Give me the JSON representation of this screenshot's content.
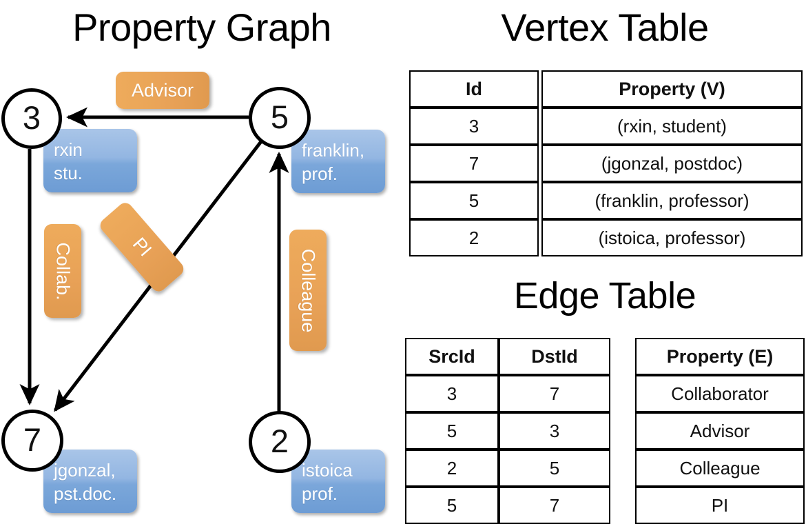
{
  "titles": {
    "property_graph": "Property Graph",
    "vertex_table": "Vertex Table",
    "edge_table": "Edge Table"
  },
  "graph": {
    "nodes": [
      {
        "id": "3",
        "label": "3",
        "property_line1": "rxin",
        "property_line2": "stu."
      },
      {
        "id": "5",
        "label": "5",
        "property_line1": "franklin,",
        "property_line2": "prof."
      },
      {
        "id": "7",
        "label": "7",
        "property_line1": "jgonzal,",
        "property_line2": "pst.doc."
      },
      {
        "id": "2",
        "label": "2",
        "property_line1": "istoica",
        "property_line2": "prof."
      }
    ],
    "edge_labels": [
      {
        "name": "advisor",
        "text": "Advisor"
      },
      {
        "name": "collab",
        "text": "Collab."
      },
      {
        "name": "pi",
        "text": "PI"
      },
      {
        "name": "colleague",
        "text": "Colleague"
      }
    ],
    "edges": [
      {
        "src": "5",
        "dst": "3",
        "label": "Advisor"
      },
      {
        "src": "3",
        "dst": "7",
        "label": "Collab."
      },
      {
        "src": "5",
        "dst": "7",
        "label": "PI"
      },
      {
        "src": "2",
        "dst": "5",
        "label": "Colleague"
      }
    ]
  },
  "vertex_table": {
    "headers": [
      "Id",
      "Property (V)"
    ],
    "rows": [
      {
        "id": "3",
        "property": "(rxin, student)"
      },
      {
        "id": "7",
        "property": "(jgonzal, postdoc)"
      },
      {
        "id": "5",
        "property": "(franklin, professor)"
      },
      {
        "id": "2",
        "property": "(istoica, professor)"
      }
    ]
  },
  "edge_table": {
    "headers": [
      "SrcId",
      "DstId",
      "Property (E)"
    ],
    "rows": [
      {
        "src": "3",
        "dst": "7",
        "property": "Collaborator"
      },
      {
        "src": "5",
        "dst": "3",
        "property": "Advisor"
      },
      {
        "src": "2",
        "dst": "5",
        "property": "Colleague"
      },
      {
        "src": "5",
        "dst": "7",
        "property": "PI"
      }
    ]
  },
  "colors": {
    "vertex_fill": "#d3e0f2",
    "edge_fill": "#f7dfc6",
    "node_box": "#7ba7da",
    "edge_label_box": "#eaa558",
    "stroke": "#000000"
  }
}
